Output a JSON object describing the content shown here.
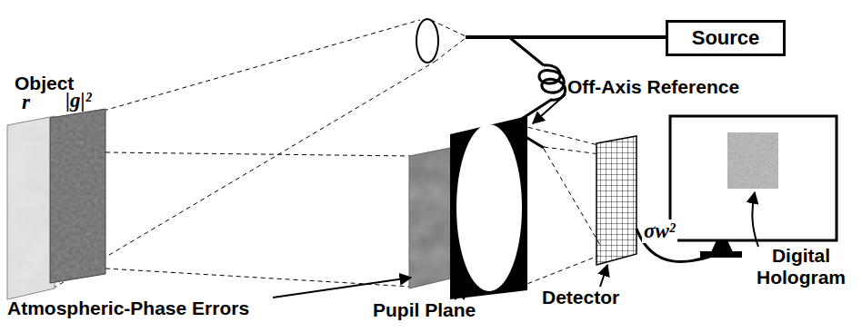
{
  "diagram": {
    "nodes": [
      {
        "text": [
          "Source"
        ]
      }
    ],
    "labels": [
      "Object",
      "r",
      "|g|²",
      "Off-Axis Reference",
      "Atmospheric-Phase Errors",
      "Pupil Plane",
      "Detector",
      "σw²",
      "Digital Hologram"
    ]
  }
}
